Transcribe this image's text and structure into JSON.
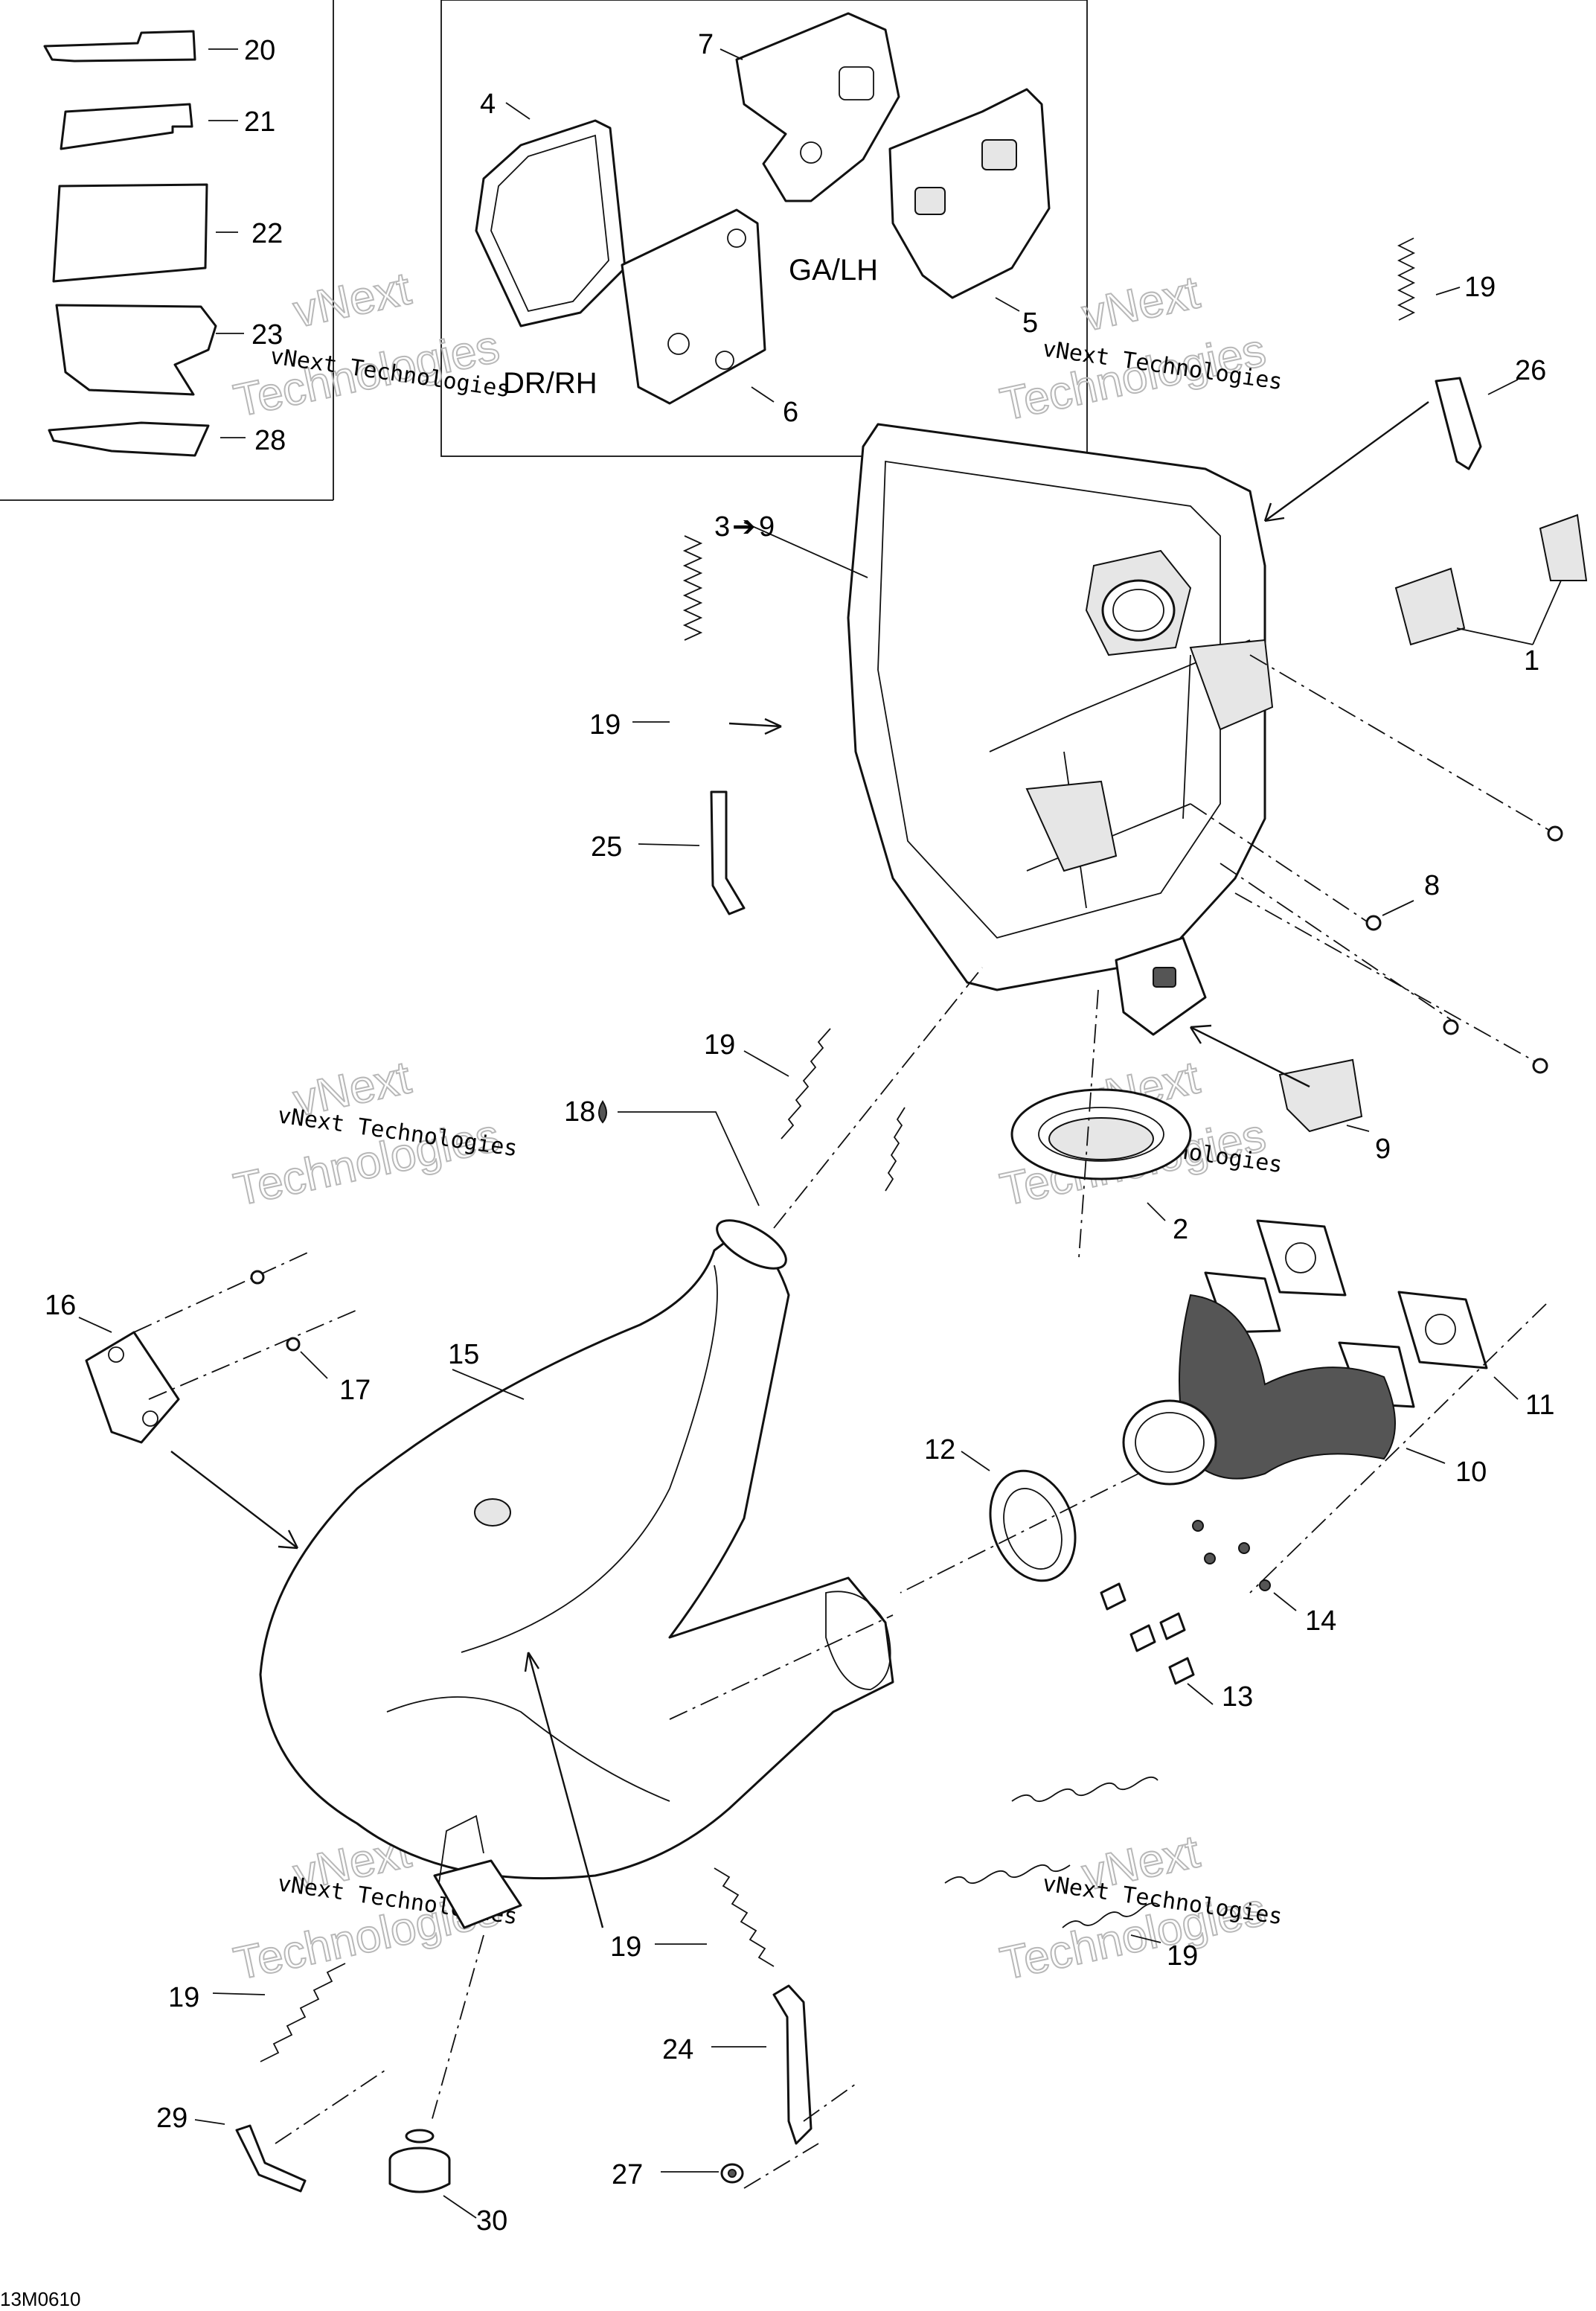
{
  "diagram": {
    "figure_code": "13M0610",
    "regions": {
      "left": "DR/RH",
      "right": "GA/LH"
    },
    "watermark": {
      "line1": "vNext Technologies",
      "big_a": "vNext",
      "big_b": "Technologies"
    },
    "callouts": {
      "c1": "1",
      "c2": "2",
      "c3": "3",
      "c3_to": "9",
      "c4": "4",
      "c5": "5",
      "c6": "6",
      "c7": "7",
      "c8": "8",
      "c9": "9",
      "c10": "10",
      "c11": "11",
      "c12": "12",
      "c13": "13",
      "c14": "14",
      "c15": "15",
      "c16": "16",
      "c17": "17",
      "c18": "18",
      "c19": "19",
      "c20": "20",
      "c21": "21",
      "c22": "22",
      "c23": "23",
      "c24": "24",
      "c25": "25",
      "c26": "26",
      "c27": "27",
      "c28": "28",
      "c29": "29",
      "c30": "30"
    }
  }
}
